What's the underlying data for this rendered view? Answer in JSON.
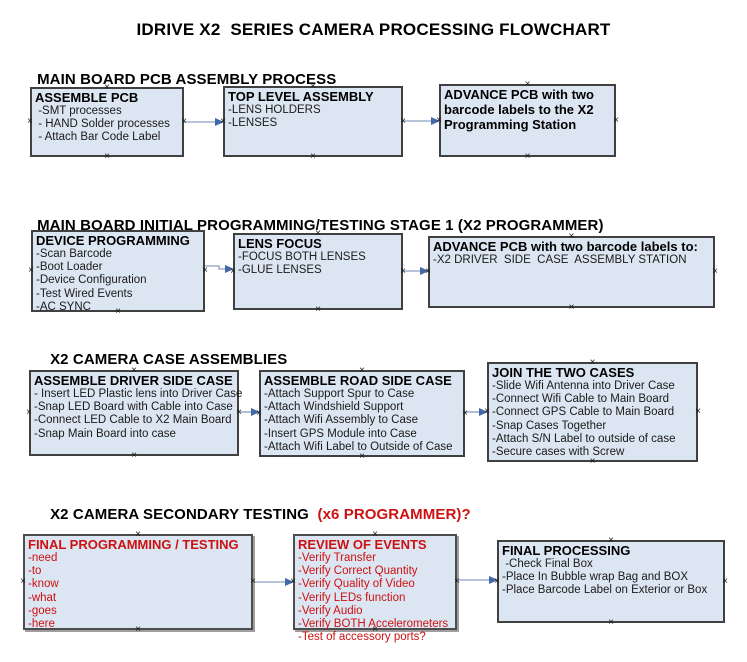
{
  "title": "IDRIVE X2  SERIES CAMERA PROCESSING FLOWCHART",
  "colors": {
    "box_fill": "#dce6f2",
    "box_border": "#404040",
    "arrow_line": "#9fb0cc",
    "arrow_head": "#4467a8",
    "accent_red": "#cc1111"
  },
  "sections": [
    {
      "heading": "MAIN BOARD PCB ASSEMBLY PROCESS",
      "boxes": [
        {
          "title": "ASSEMBLE PCB",
          "items": [
            " -SMT processes",
            " - HAND Solder processes",
            " - Attach Bar Code Label"
          ]
        },
        {
          "title": "TOP LEVEL ASSEMBLY",
          "items": [
            "-LENS HOLDERS",
            "-LENSES"
          ]
        },
        {
          "title": "ADVANCE PCB with two barcode labels to the X2 Programming Station",
          "items": []
        }
      ]
    },
    {
      "heading": "MAIN BOARD INITIAL PROGRAMMING/TESTING STAGE 1 (X2 PROGRAMMER)",
      "boxes": [
        {
          "title": "DEVICE PROGRAMMING",
          "items": [
            "-Scan Barcode",
            "-Boot Loader",
            "-Device Configuration",
            "-Test Wired Events",
            "-AC SYNC"
          ]
        },
        {
          "title": "LENS FOCUS",
          "items": [
            "-FOCUS BOTH LENSES",
            "-GLUE LENSES"
          ]
        },
        {
          "title": "ADVANCE PCB with two barcode labels to:",
          "items": [
            "-X2 DRIVER  SIDE  CASE  ASSEMBLY STATION"
          ]
        }
      ]
    },
    {
      "heading": "X2 CAMERA CASE ASSEMBLIES",
      "boxes": [
        {
          "title": "ASSEMBLE DRIVER SIDE CASE",
          "items": [
            "- Insert LED Plastic lens into Driver Case",
            "-Snap LED Board with Cable into Case",
            "-Connect LED Cable to X2 Main Board",
            "-Snap Main Board into case"
          ]
        },
        {
          "title": "ASSEMBLE ROAD SIDE CASE",
          "items": [
            "-Attach Support Spur to Case",
            "-Attach Windshield Support",
            "-Attach Wifi Assembly to Case",
            "-Insert GPS Module into Case",
            "-Attach Wifi Label to Outside of Case"
          ]
        },
        {
          "title": "JOIN THE TWO CASES",
          "items": [
            "-Slide Wifi Antenna into Driver Case",
            "-Connect Wifi Cable to Main Board",
            "-Connect GPS Cable to Main Board",
            "-Snap Cases Together",
            "-Attach S/N Label to outside of case",
            "-Secure cases with Screw"
          ]
        }
      ]
    },
    {
      "heading": "X2 CAMERA SECONDARY TESTING ",
      "heading_red": " (x6 PROGRAMMER)?",
      "boxes": [
        {
          "title": "FINAL PROGRAMMING / TESTING",
          "items": [
            "-need",
            "-to",
            "-know",
            "-what",
            "-goes",
            "-here"
          ]
        },
        {
          "title": "REVIEW OF EVENTS",
          "items": [
            "-Verify Transfer",
            "-Verify Correct Quantity",
            "-Verify Quality of Video",
            "-Verify LEDs function",
            "-Verify Audio",
            "-Verify BOTH Accelerometers",
            "-Test of accessory ports?"
          ]
        },
        {
          "title": "FINAL PROCESSING",
          "items": [
            " -Check Final Box",
            "-Place In Bubble wrap Bag and BOX",
            "-Place Barcode Label on Exterior or Box"
          ]
        }
      ]
    }
  ]
}
